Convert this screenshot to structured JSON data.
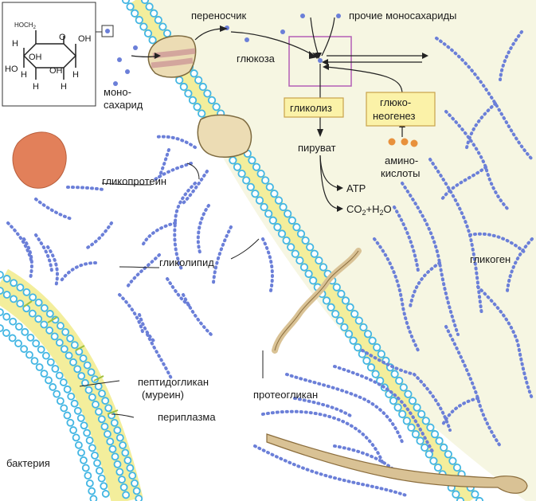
{
  "colors": {
    "background": "#ffffff",
    "cell_area": "#f6f6e2",
    "membrane_band": "#f3ee9c",
    "membrane_bead": "#43b6e3",
    "sugar_bead": "#6b7fd8",
    "protein": "#ecdcb4",
    "bacterium_blob": "#e2805a",
    "process_box": "#fbf2a8",
    "process_border": "#c9a24a",
    "glucose_box": "#b35fb6",
    "amino_acid": "#e8913c",
    "proteoglycan_core": "#d9c295"
  },
  "structure": {
    "ring_o": "O",
    "ring_oh_top": "OH",
    "ring_oh_mid": "OH",
    "ring_ho_left": "HO",
    "ring_oh_bottom": "OH",
    "ring_h": "H",
    "ring_ch2": "HOCH",
    "ring_ch2_sub": "2"
  },
  "labels": {
    "transporter": "переносчик",
    "other_mono": "прочие моносахариды",
    "glucose": "глюкоза",
    "mono_line1": "моно-",
    "mono_line2": "сахарид",
    "glycolysis": "гликолиз",
    "gluconeo_line1": "глюко-",
    "gluconeo_line2": "неогенез",
    "pyruvate": "пируват",
    "atp": "ATP",
    "co2_h2o_a": "CO",
    "co2_h2o_sub1": "2",
    "co2_h2o_b": "+H",
    "co2_h2o_sub2": "2",
    "co2_h2o_c": "O",
    "amino_line1": "амино-",
    "amino_line2": "кислоты",
    "glycoprotein": "гликопротеин",
    "glycolipid": "гликолипид",
    "glycogen": "гликоген",
    "peptidoglycan_line1": "пептидогликан",
    "peptidoglycan_line2": "(муреин)",
    "periplasm": "периплазма",
    "proteoglycan": "протеогликан",
    "bacterium": "бактерия"
  }
}
